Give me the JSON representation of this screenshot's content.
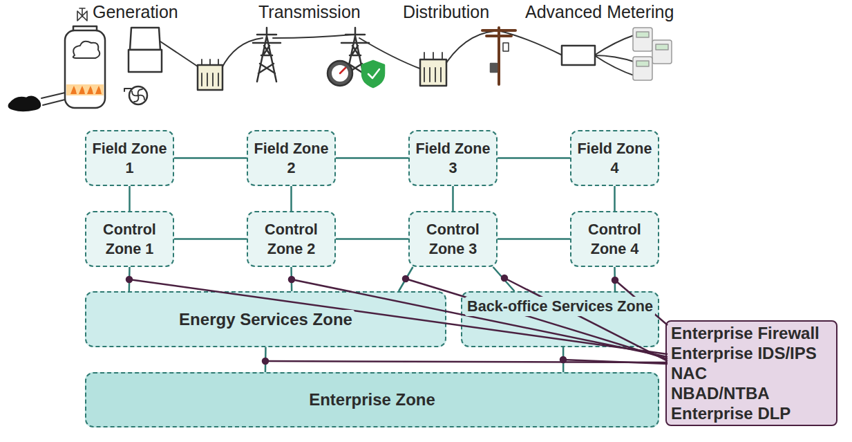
{
  "diagram": {
    "nodes": [
      {
        "text": [
          "Field Zone 1"
        ]
      },
      {
        "text": [
          "Field Zone 2"
        ]
      },
      {
        "text": [
          "Field Zone 3"
        ]
      },
      {
        "text": [
          "Field Zone 4"
        ]
      },
      {
        "text": [
          "Control Zone 1"
        ]
      },
      {
        "text": [
          "Control Zone 2"
        ]
      },
      {
        "text": [
          "Control Zone 3"
        ]
      },
      {
        "text": [
          "Control Zone 4"
        ]
      },
      {
        "text": [
          "Energy Services Zone"
        ]
      },
      {
        "text": [
          "Back-office Services Zone"
        ]
      },
      {
        "text": [
          "Enterprise Zone"
        ]
      },
      {
        "text": [
          "Enterprise Firewall",
          "Enterprise IDS/IPS",
          "NAC",
          "NBAD/NTBA",
          "Enterprise DLP"
        ]
      }
    ],
    "edges": [
      {
        "from": 0,
        "to": 1,
        "arrow": "none"
      },
      {
        "from": 1,
        "to": 2,
        "arrow": "none"
      },
      {
        "from": 2,
        "to": 3,
        "arrow": "none"
      },
      {
        "from": 0,
        "to": 4,
        "arrow": "none"
      },
      {
        "from": 1,
        "to": 5,
        "arrow": "none"
      },
      {
        "from": 2,
        "to": 6,
        "arrow": "none"
      },
      {
        "from": 3,
        "to": 7,
        "arrow": "none"
      },
      {
        "from": 4,
        "to": 5,
        "arrow": "none"
      },
      {
        "from": 5,
        "to": 6,
        "arrow": "none"
      },
      {
        "from": 6,
        "to": 7,
        "arrow": "none"
      },
      {
        "from": 4,
        "to": 8,
        "arrow": "none"
      },
      {
        "from": 5,
        "to": 8,
        "arrow": "none"
      },
      {
        "from": 6,
        "to": 8,
        "arrow": "none"
      },
      {
        "from": 6,
        "to": 9,
        "arrow": "none"
      },
      {
        "from": 7,
        "to": 9,
        "arrow": "none"
      },
      {
        "from": 8,
        "to": 10,
        "arrow": "none"
      },
      {
        "from": 9,
        "to": 10,
        "arrow": "none"
      }
    ],
    "labels": [
      "Generation",
      "Transmission",
      "Distribution",
      "Advanced Metering"
    ]
  }
}
